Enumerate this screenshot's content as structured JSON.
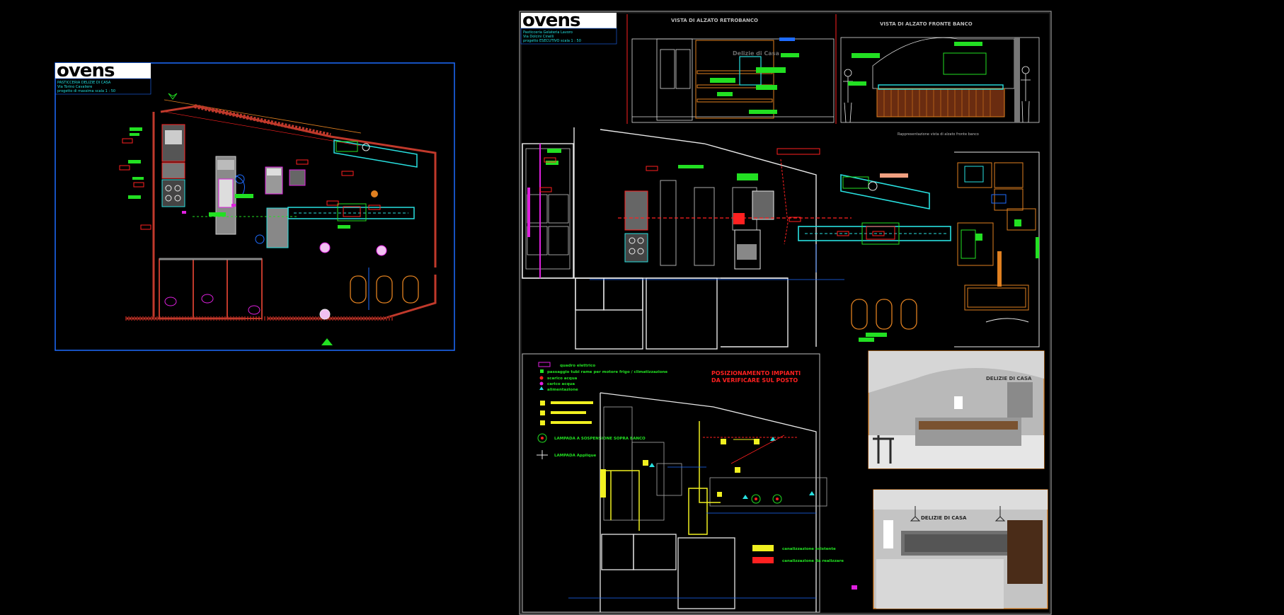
{
  "brand": "ovens",
  "sheet_left": {
    "title_lines": [
      "PASTICCERIA DELIZIE DI CASA",
      "Via Torino Cavaliere",
      "progetto di massima scala 1 : 50"
    ]
  },
  "sheet_right": {
    "title_lines": [
      "Pasticceria Gelateria Lavoro",
      "Via Dolcini Cinelli",
      "progetto ESECUTIVO scala 1 : 50"
    ],
    "elev_left_title": "VISTA DI ALZATO RETROBANCO",
    "elev_right_title": "VISTA DI ALZATO FRONTE BANCO",
    "elev_sign": "Delizie di Casa",
    "elev_note": "Rappresentazione vista di alzato fronte banco",
    "legend": [
      "quadro elettrico",
      "passaggio tubi rame per motore frigo / climatizzazione",
      "scarico acqua",
      "carico acqua",
      "alimentazione"
    ],
    "lamp_legend": [
      "LAMPADA A SOSPENSIONE SOPRA BANCO",
      "LAMPADA Applique"
    ],
    "notes_title": [
      "POSIZIONAMENTO IMPIANTI",
      "DA VERIFICARE SUL POSTO"
    ],
    "bottom_legend": [
      "canalizzazione esistente",
      "canalizzazione da realizzare"
    ],
    "render_sign_top": "DELIZIE DI CASA",
    "render_sign_bottom": "DELIZIE DI CASA"
  },
  "colors": {
    "wall": "#c0392b",
    "frame": "#1e6cff",
    "cyan": "#28e0e0",
    "green": "#22e022",
    "magenta": "#e020e0",
    "yellow": "#f0f020",
    "red": "#ff2020",
    "orange": "#e08020",
    "white": "#e8e8e8"
  },
  "icons": [
    "north-arrow-icon",
    "stairs-icon",
    "person-icon",
    "toilet-icon",
    "chair-icon"
  ]
}
